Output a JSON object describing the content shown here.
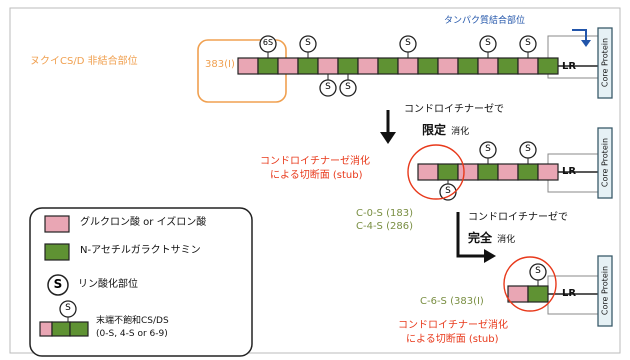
{
  "top": {
    "region_label": "ヌクイCS/D 非結合部位",
    "residue": "383(I)",
    "protein_binding_site": "タンパク質結合部位",
    "lr_label": "LR",
    "core_protein": "Core Protein"
  },
  "step1": {
    "enzyme_line": "コンドロイチナーゼで",
    "mode": "限定",
    "mode_suffix": "消化"
  },
  "middle": {
    "cut_label_line1": "コンドロイチナーゼ消化",
    "cut_label_line2": "による切断面 (stub)",
    "lr_label": "LR",
    "core_protein": "Core Protein",
    "product_1": "C-0-S (183)",
    "product_2": "C-4-S (286)"
  },
  "step2": {
    "enzyme_line": "コンドロイチナーゼで",
    "mode": "完全",
    "mode_suffix": "消化"
  },
  "bottom": {
    "residue_label": "C-6-S (383(I)",
    "lr_label": "LR",
    "core_protein": "Core Protein",
    "cut_label_line1": "コンドロイチナーゼ消化",
    "cut_label_line2": "による切断面 (stub)"
  },
  "sulfate_symbol": "S",
  "sulfate_6s": "6S",
  "legend": {
    "item1": "グルクロン酸 or イズロン酸",
    "item2": "N-アセチルガラクトサミン",
    "item3": "リン酸化部位",
    "item4_line1": "末端不飽和CS/DS",
    "item4_line2": "(0-S, 4-S or 6-9)"
  },
  "colors": {
    "pink": "#e9a6b4",
    "green": "#5f9233",
    "orange": "#f0a050",
    "red": "#e8391b",
    "core": "#e6f1f5",
    "blue": "#2255aa"
  }
}
